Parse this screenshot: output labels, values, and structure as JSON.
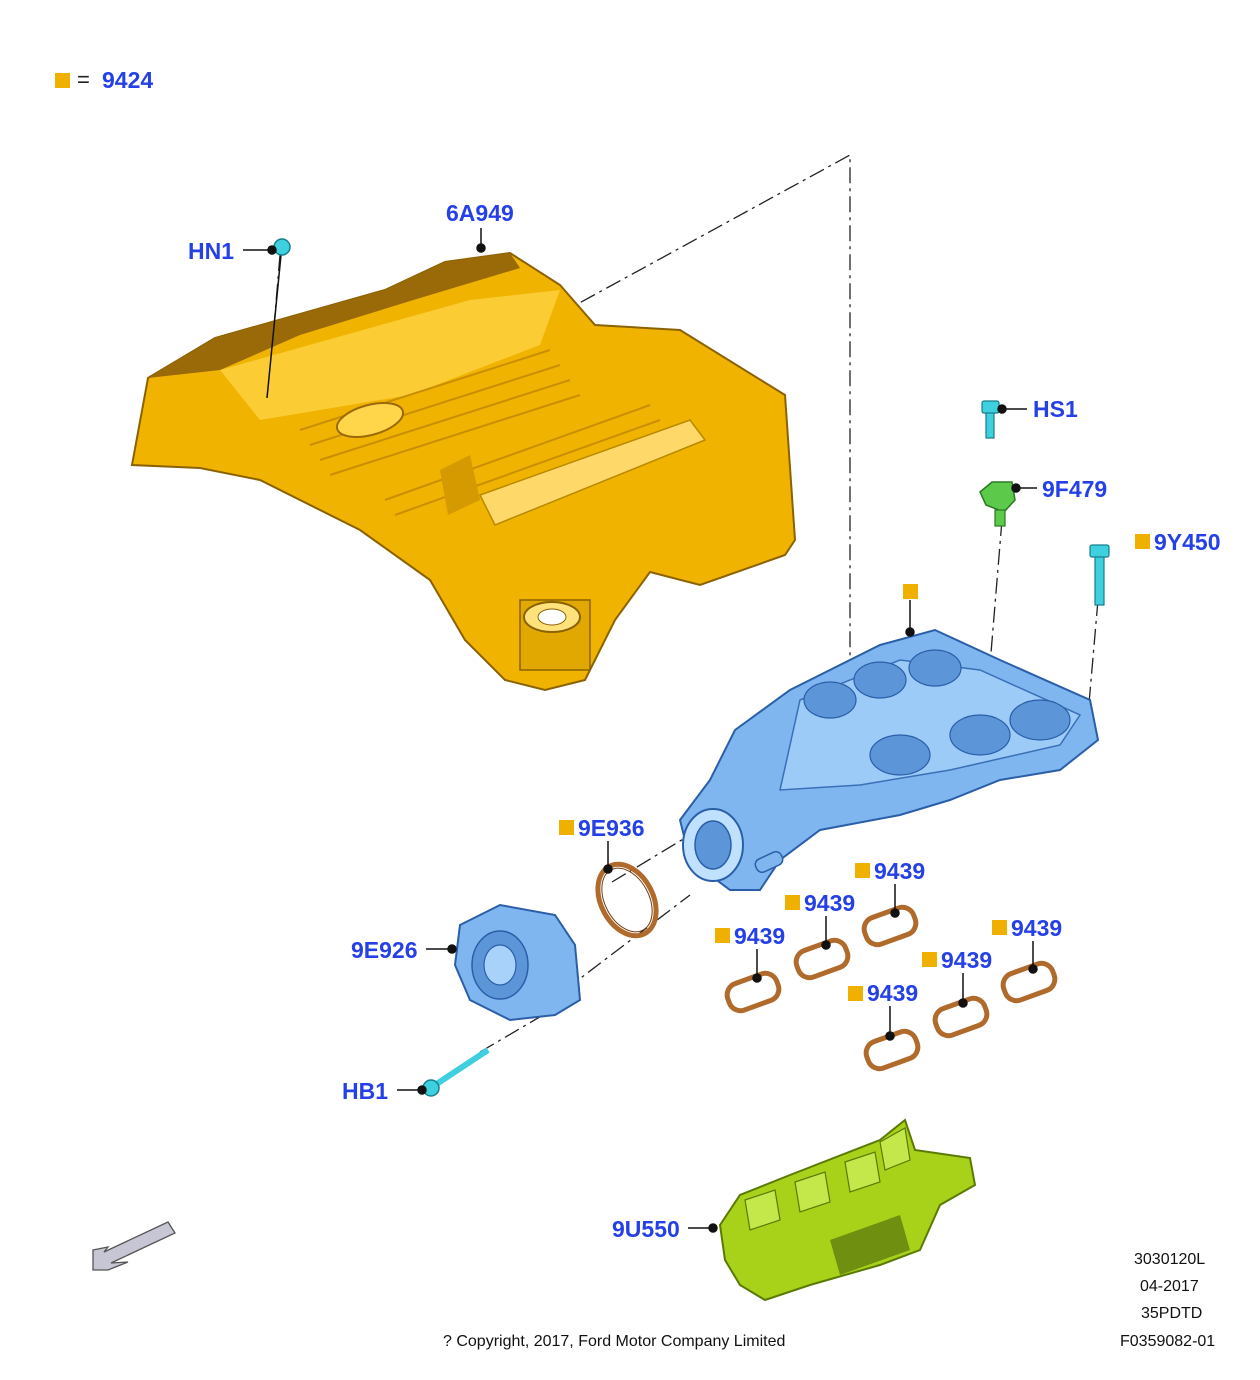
{
  "legend": {
    "equals": "=",
    "part": "9424",
    "marker_color": "#f0b000"
  },
  "colors": {
    "label": "#2440e6",
    "cover": "#f0b400",
    "manifold": "#7fb6ef",
    "fastener": "#3fd0e0",
    "sensor": "#5cc94a",
    "gasket": "#b06a2c",
    "insulator": "#a8d21a"
  },
  "callouts": {
    "engine_cover": "6A949",
    "cover_stud": "HN1",
    "sensor_bolt": "HS1",
    "map_sensor": "9F479",
    "bracket_stud": "9Y450",
    "throttle_gasket": "9E936",
    "throttle_body": "9E926",
    "throttle_bolt": "HB1",
    "port_gasket": "9439",
    "insulator": "9U550"
  },
  "direction_icon": "front-arrow-icon",
  "footer": {
    "copyright": "? Copyright, 2017, Ford Motor Company Limited",
    "ref_code": "3030120L",
    "date": "04-2017",
    "model": "35PDTD",
    "figure_id": "F0359082-01"
  }
}
